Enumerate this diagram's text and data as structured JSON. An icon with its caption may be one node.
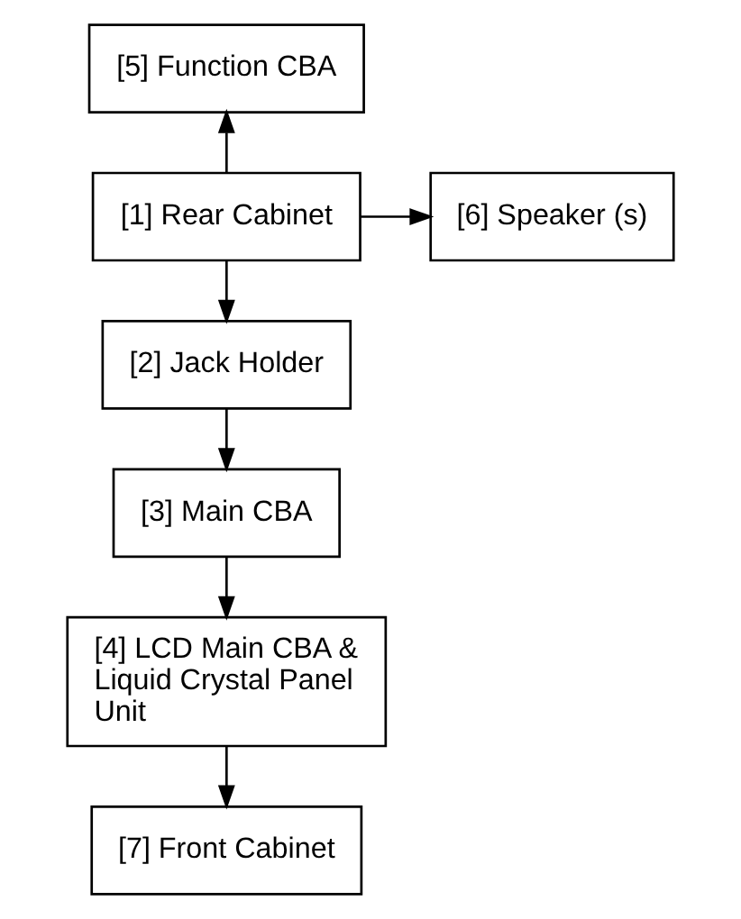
{
  "diagram": {
    "nodes": [
      {
        "text": [
          "[5] Function CBA"
        ]
      },
      {
        "text": [
          "[6] Speaker (s)"
        ]
      },
      {
        "text": [
          "[1] Rear Cabinet"
        ]
      },
      {
        "text": [
          "[2] Jack Holder"
        ]
      },
      {
        "text": [
          "[3] Main CBA"
        ]
      },
      {
        "text": [
          "[4] LCD Main CBA & Liquid Crystal Panel Unit"
        ]
      },
      {
        "text": [
          "[7] Front Cabinet"
        ]
      }
    ],
    "edges": [
      {
        "from": 2,
        "to": 0,
        "arrow": "to"
      },
      {
        "from": 2,
        "to": 1,
        "arrow": "to"
      },
      {
        "from": 2,
        "to": 3,
        "arrow": "to"
      },
      {
        "from": 3,
        "to": 4,
        "arrow": "to"
      },
      {
        "from": 4,
        "to": 5,
        "arrow": "to"
      },
      {
        "from": 5,
        "to": 6,
        "arrow": "to"
      }
    ]
  }
}
